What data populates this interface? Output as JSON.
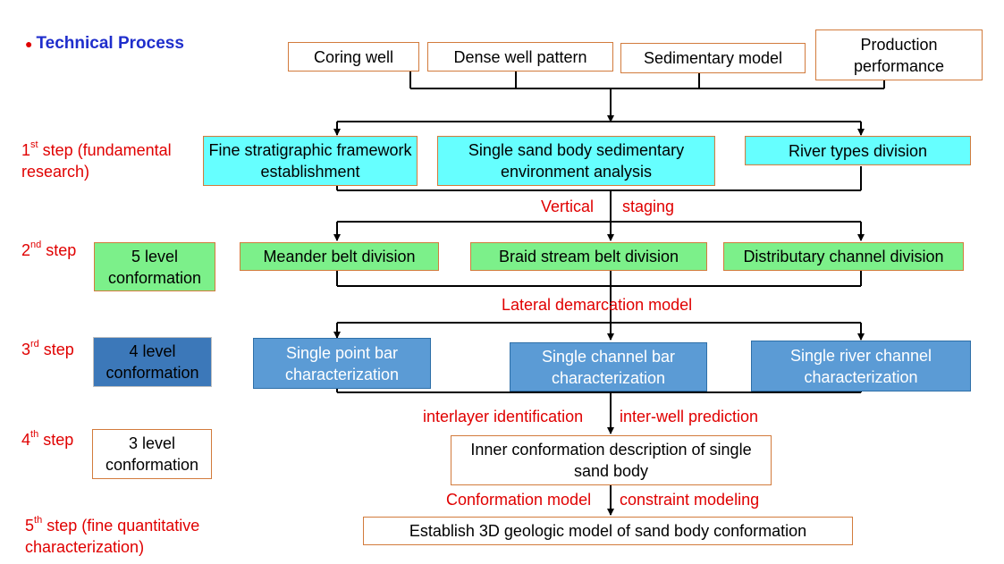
{
  "title": {
    "bullet": "●",
    "text": "Technical Process"
  },
  "sources": {
    "coring": "Coring well",
    "dense": "Dense well pattern",
    "sedimentary": "Sedimentary model",
    "production": "Production performance"
  },
  "step1": {
    "ordinal": "1",
    "suffix": "st",
    "text": " step (fundamental research)",
    "boxes": {
      "stratigraphic": "Fine stratigraphic framework establishment",
      "sand_body": "Single sand body sedimentary environment analysis",
      "river_types": "River types division"
    }
  },
  "connectors": {
    "vertical": "Vertical",
    "staging": "staging",
    "lateral": "Lateral demarcation model",
    "interlayer": "interlayer identification",
    "interwell": "inter-well prediction",
    "conf_model": "Conformation model",
    "constraint": "constraint modeling"
  },
  "step2": {
    "ordinal": "2",
    "suffix": "nd",
    "text": " step",
    "level": "5 level conformation",
    "boxes": {
      "meander": "Meander belt division",
      "braid": "Braid stream belt division",
      "distributary": "Distributary channel division"
    }
  },
  "step3": {
    "ordinal": "3",
    "suffix": "rd",
    "text": " step",
    "level": "4 level conformation",
    "boxes": {
      "point_bar": "Single point bar characterization",
      "channel_bar": "Single channel bar characterization",
      "river_channel": "Single river channel characterization"
    }
  },
  "step4": {
    "ordinal": "4",
    "suffix": "th",
    "text": " step",
    "level": "3 level conformation",
    "box": "Inner conformation description of single sand body"
  },
  "step5": {
    "ordinal": "5",
    "suffix": "th",
    "text": " step (fine quantitative characterization)",
    "box": "Establish 3D geologic model of sand body conformation"
  },
  "colors": {
    "accent_red": "#e00000",
    "title_blue": "#1f2ecc",
    "cyan": "#66ffff",
    "green": "#7cf08a",
    "blue": "#5b9bd5"
  }
}
